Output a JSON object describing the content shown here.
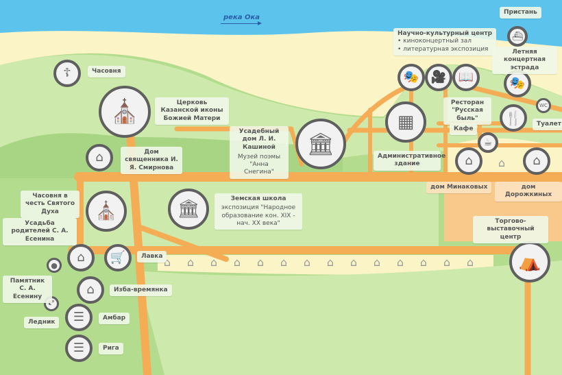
{
  "colors": {
    "water": "#5bc3ec",
    "sand": "#fbf4c6",
    "green_light": "#cde9ab",
    "green": "#b3dc8e",
    "road": "#f5ad55",
    "marker_border": "#5f5f5f"
  },
  "river": "река Ока",
  "labels": {
    "chapel": "Часовня",
    "church": "Церковь Казанской иконы Божией Матери",
    "priest_house": "Дом священника И. Я. Смирнова",
    "kashina_title": "Усадебный дом Л. И. Кашиной",
    "kashina_sub": "Музей поэмы \"Анна Снегина\"",
    "science_title": "Научно-культурный центр",
    "science_item1": "• киноконцертный зал",
    "science_item2": "• литературная экспозиция",
    "pier": "Пристань",
    "summer_stage": "Летняя концертная эстрада",
    "restaurant": "Ресторан \"Русская быль\"",
    "toilet": "Туалет",
    "cafe": "Кафе",
    "admin": "Административное здание",
    "minakov": "дом Минаковых",
    "dorozhkin": "дом Дорожкиных",
    "holy_spirit": "Часовня в честь Святого Духа",
    "school_title": "Земская школа",
    "school_sub": "экспозиция \"Народное образование кон. XIX - нач. XX века\"",
    "parents": "Усадьба родителей С. А. Есенина",
    "shop": "Лавка",
    "monument": "Памятник С. А. Есенину",
    "izba": "Изба-времянка",
    "lednik": "Ледник",
    "ambar": "Амбар",
    "riga": "Рига",
    "trade": "Торгово-выставочный центр"
  },
  "icons": {
    "wc": "WC",
    "lednik": "t°"
  }
}
